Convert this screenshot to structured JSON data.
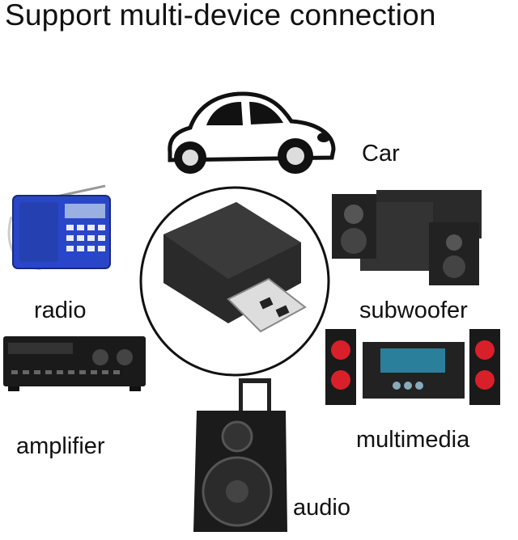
{
  "title": "Support multi-device connection",
  "devices": [
    {
      "label": "Car",
      "icon": "car-icon"
    },
    {
      "label": "radio",
      "icon": "radio-icon"
    },
    {
      "label": "subwoofer",
      "icon": "subwoofer-icon"
    },
    {
      "label": "amplifier",
      "icon": "amplifier-icon"
    },
    {
      "label": "multimedia",
      "icon": "multimedia-icon"
    },
    {
      "label": "audio",
      "icon": "speaker-icon"
    }
  ],
  "center_product": "usb-bluetooth-adapter-icon",
  "colors": {
    "radio_body": "#2a46c8",
    "speaker_accent": "#d8202a",
    "device_dark": "#1a1a1a"
  }
}
